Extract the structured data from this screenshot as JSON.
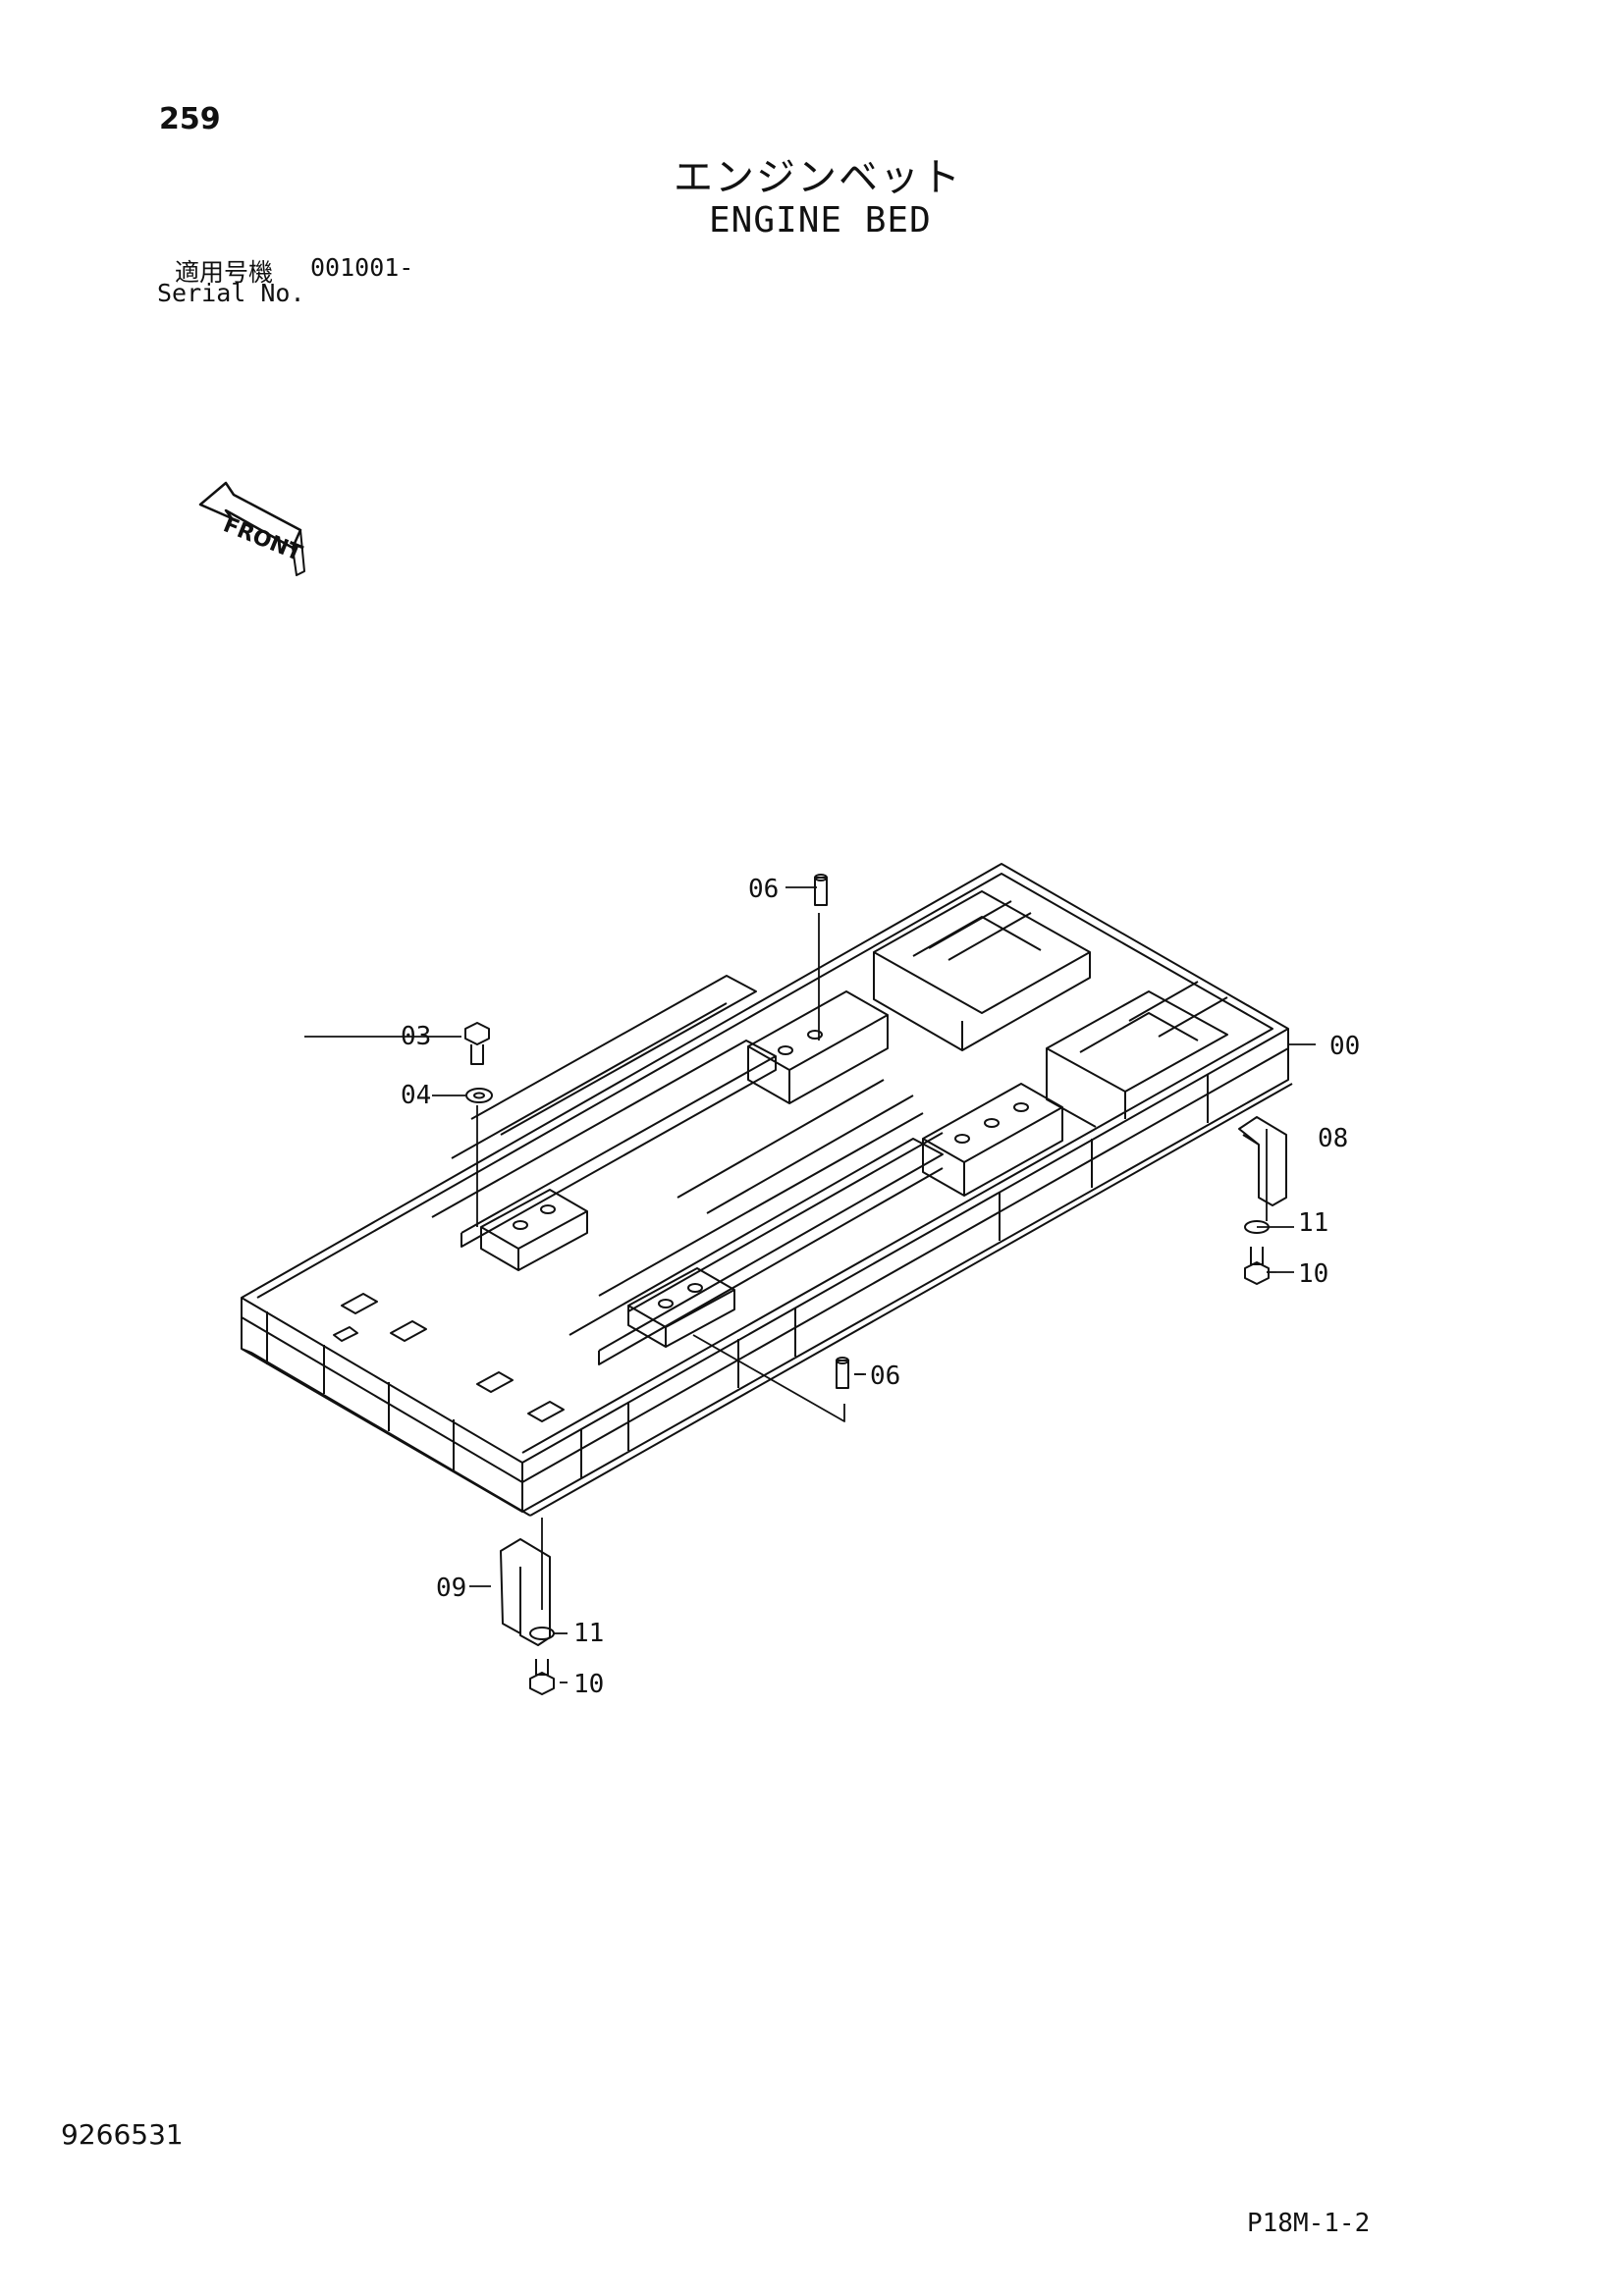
{
  "header": {
    "page_number": "259",
    "title_jp": "エンジンベット",
    "title_en": "ENGINE BED",
    "serial_label_jp": "適用号機",
    "serial_range": "001001-",
    "serial_label_en": "Serial No."
  },
  "front_marker": "FRONT",
  "callouts": {
    "c00": "00",
    "c03": "03",
    "c04": "04",
    "c06_top": "06",
    "c06_mid": "06",
    "c08": "08",
    "c09": "09",
    "c10_right": "10",
    "c10_bottom": "10",
    "c11_right": "11",
    "c11_bottom": "11"
  },
  "footer": {
    "document_number": "9266531",
    "figure_reference": "P18M-1-2"
  }
}
